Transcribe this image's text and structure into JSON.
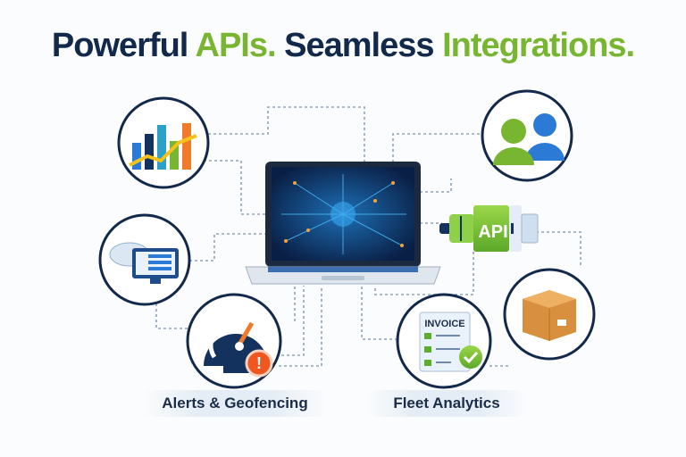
{
  "headline": {
    "part1": "Powerful",
    "part2": "APIs.",
    "part3": "Seamless",
    "part4": "Integrations."
  },
  "api_plug": {
    "label": "API"
  },
  "invoice": {
    "label": "INVOICE"
  },
  "labels": {
    "alerts": "Alerts & Geofencing",
    "fleet": "Fleet Analytics"
  },
  "colors": {
    "navy": "#12294b",
    "green": "#78b531",
    "orange": "#f07a2a",
    "blue": "#2b7bd6"
  }
}
